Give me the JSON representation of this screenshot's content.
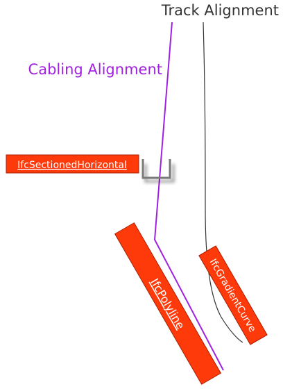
{
  "diagram": {
    "track_label": "Track Alignment",
    "cabling_label": "Cabling Alignment",
    "tags": {
      "sectioned_horizontal": "IfcSectionedHorizontal",
      "polyline": "IfcPolyline",
      "gradient_curve": "IfcGradientCurve"
    }
  },
  "colors": {
    "track_line": "#333333",
    "cabling_line": "#a020e0",
    "cabling_text": "#a020e0",
    "tag_fill": "#ff3a0a",
    "tag_border": "#a81e00",
    "tag_text": "#ffffff",
    "bracket": "#7a7a7a",
    "title_text": "#333333"
  }
}
